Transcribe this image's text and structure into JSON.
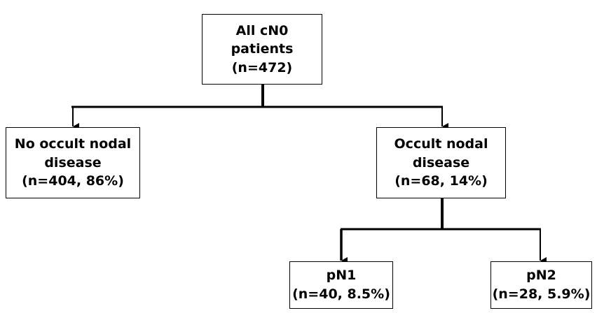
{
  "nodes": {
    "root": {
      "line1": "All cN0",
      "line2": "patients",
      "line3": "(n=472)"
    },
    "no_occult": {
      "line1": "No occult nodal",
      "line2": "disease",
      "line3": "(n=404, 86%)"
    },
    "occult": {
      "line1": "Occult nodal",
      "line2": "disease",
      "line3": "(n=68, 14%)"
    },
    "pn1": {
      "line1": "pN1",
      "line2": "(n=40, 8.5%)"
    },
    "pn2": {
      "line1": "pN2",
      "line2": "(n=28, 5.9%)"
    }
  },
  "colors": {
    "stroke": "#000000",
    "background": "#ffffff"
  }
}
